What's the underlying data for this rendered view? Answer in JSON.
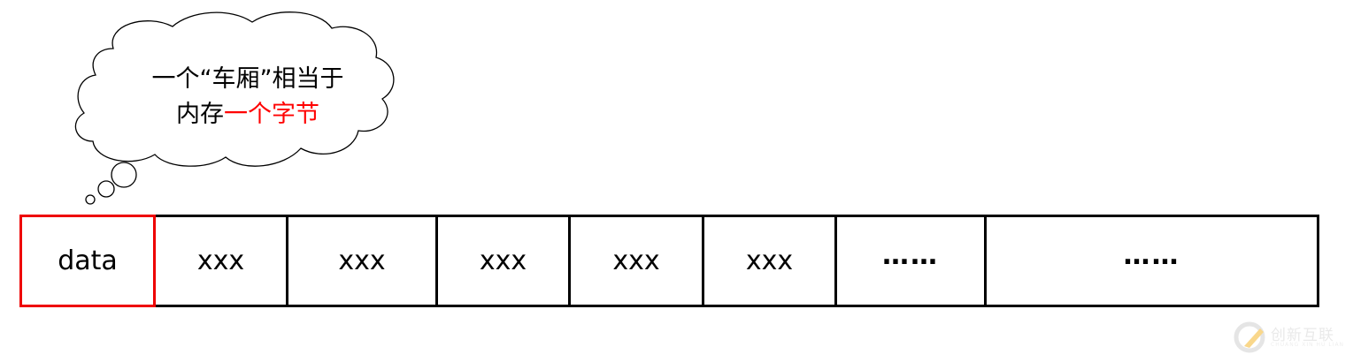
{
  "callout": {
    "line1": "一个“车厢”相当于",
    "line2_prefix": "内存",
    "line2_highlight": "一个字节",
    "highlight_color": "#ff0000"
  },
  "memory_row": {
    "cells": [
      {
        "label": "data",
        "highlighted": true
      },
      {
        "label": "xxx"
      },
      {
        "label": "xxx"
      },
      {
        "label": "xxx"
      },
      {
        "label": "xxx"
      },
      {
        "label": "xxx"
      },
      {
        "label": "……"
      },
      {
        "label": "……"
      }
    ],
    "highlight_border_color": "#ee0000"
  },
  "watermark": {
    "title": "创新互联",
    "subtitle": "CHUANG XIN HU LIAN",
    "icon": "cx-logo-icon"
  }
}
